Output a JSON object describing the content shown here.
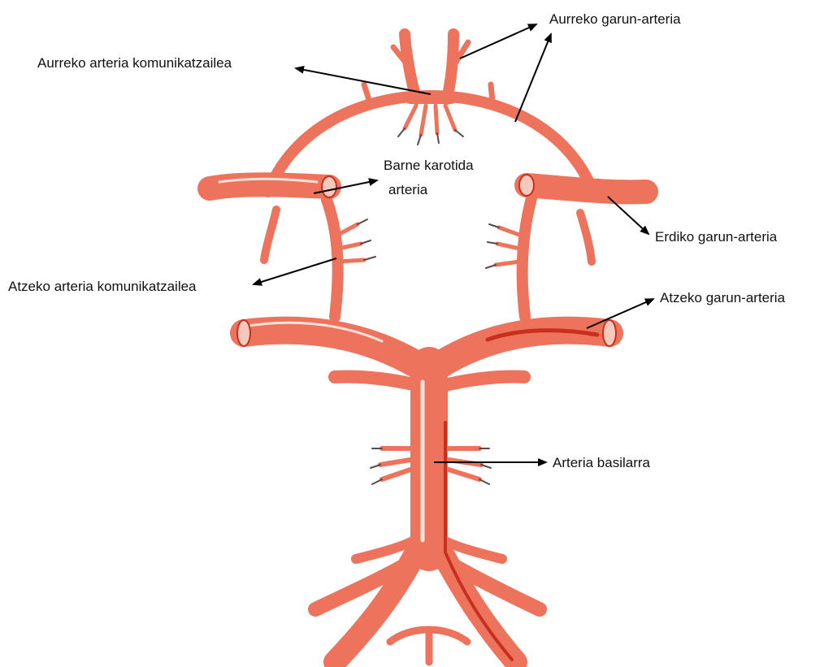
{
  "colors": {
    "artery": "#ee735c",
    "artery_dark": "#c8301e",
    "artery_shadow": "#d9573f",
    "highlight": "#fbe3dc",
    "twig": "#5a4a4a",
    "arrow": "#000000",
    "background": "#ffffff"
  },
  "labels": {
    "anterior_cerebral": "Aurreko garun-arteria",
    "anterior_communicating": "Aurreko arteria komunikatzailea",
    "internal_carotid_line1": "Barne karotida",
    "internal_carotid_line2": "arteria",
    "middle_cerebral": "Erdiko garun-arteria",
    "posterior_communicating": "Atzeko arteria komunikatzailea",
    "posterior_cerebral": "Atzeko garun-arteria",
    "basilar": "Arteria basilarra"
  }
}
